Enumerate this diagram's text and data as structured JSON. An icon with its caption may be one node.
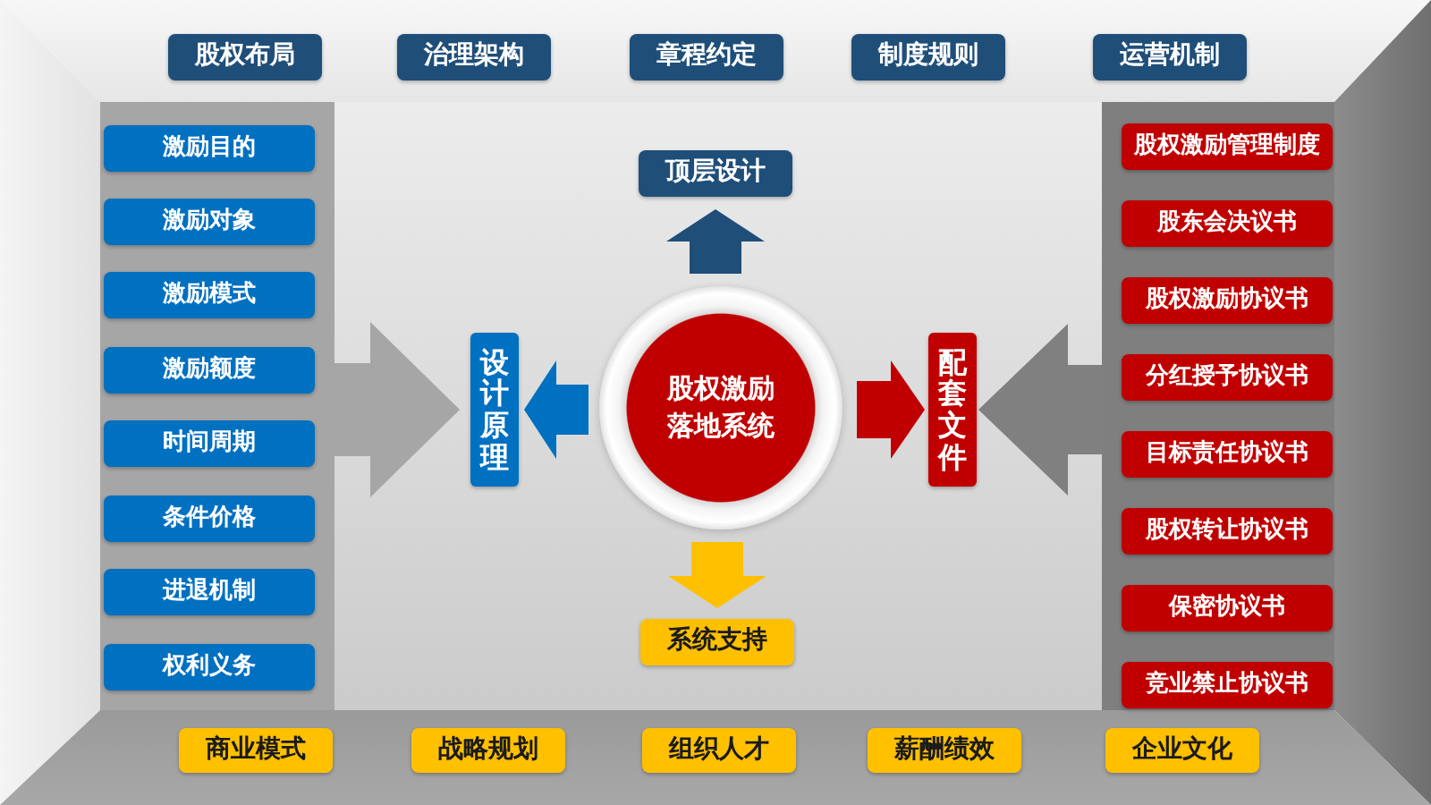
{
  "diagram": {
    "nodes": [
      {
        "text": [
          "股权布局"
        ]
      },
      {
        "text": [
          "治理架构"
        ]
      },
      {
        "text": [
          "章程约定"
        ]
      },
      {
        "text": [
          "制度规则"
        ]
      },
      {
        "text": [
          "运营机制"
        ]
      },
      {
        "text": [],
        "shape": "box"
      },
      {
        "text": [
          "激励目的"
        ],
        "in": 5
      },
      {
        "text": [
          "激励对象"
        ],
        "in": 5
      },
      {
        "text": [
          "激励模式"
        ],
        "in": 5
      },
      {
        "text": [
          "激励额度"
        ],
        "in": 5
      },
      {
        "text": [
          "时间周期"
        ],
        "in": 5
      },
      {
        "text": [
          "条件价格"
        ],
        "in": 5
      },
      {
        "text": [
          "进退机制"
        ],
        "in": 5
      },
      {
        "text": [
          "权利义务"
        ],
        "in": 5
      },
      {
        "text": [],
        "shape": "box"
      },
      {
        "text": [
          "股权激励管理制度"
        ],
        "in": 14
      },
      {
        "text": [
          "股东会决议书"
        ],
        "in": 14
      },
      {
        "text": [
          "股权激励协议书"
        ],
        "in": 14
      },
      {
        "text": [
          "分红授予协议书"
        ],
        "in": 14
      },
      {
        "text": [
          "目标责任协议书"
        ],
        "in": 14
      },
      {
        "text": [
          "股权转让协议书"
        ],
        "in": 14
      },
      {
        "text": [
          "保密协议书"
        ],
        "in": 14
      },
      {
        "text": [
          "竞业禁止协议书"
        ],
        "in": 14
      },
      {
        "text": [
          "顶层设计"
        ]
      },
      {
        "text": [
          "设计原理"
        ]
      },
      {
        "text": [
          "股权激励落地系统"
        ]
      },
      {
        "text": [
          "配套文件"
        ]
      },
      {
        "text": [
          "系统支持"
        ]
      },
      {
        "text": [
          "商业模式"
        ]
      },
      {
        "text": [
          "战略规划"
        ]
      },
      {
        "text": [
          "组织人才"
        ]
      },
      {
        "text": [
          "薪酬绩效"
        ]
      },
      {
        "text": [
          "企业文化"
        ]
      }
    ],
    "edges": [
      {
        "from": 25,
        "to": 23,
        "arrow": "to",
        "color": "#1f4e79"
      },
      {
        "from": 25,
        "to": 24,
        "arrow": "to",
        "color": "#0070c0"
      },
      {
        "from": 25,
        "to": 26,
        "arrow": "to",
        "color": "#c00000"
      },
      {
        "from": 25,
        "to": 27,
        "arrow": "to",
        "color": "#ffc000"
      },
      {
        "from": 5,
        "to": 24,
        "arrow": "to",
        "color": "#a6a6a6"
      },
      {
        "from": 14,
        "to": 26,
        "arrow": "to",
        "color": "#808080"
      }
    ]
  }
}
